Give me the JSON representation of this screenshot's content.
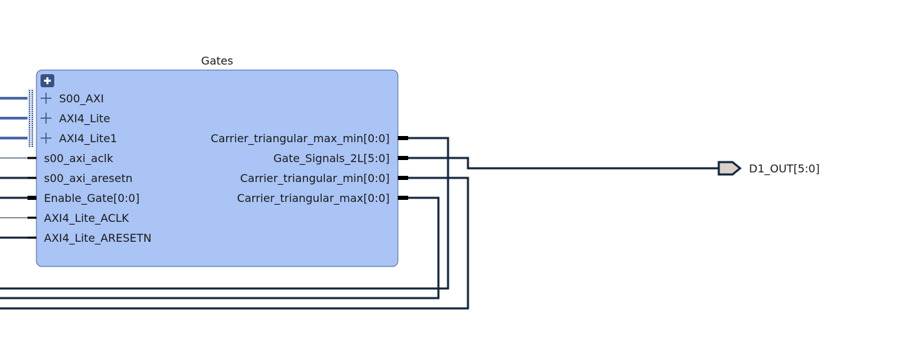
{
  "block": {
    "title": "Gates",
    "fill_color": "#aac4f5",
    "border_color": "#4a63a0",
    "expand_button": "plus-icon",
    "bus_ports": [
      {
        "name": "S00_AXI"
      },
      {
        "name": "AXI4_Lite"
      },
      {
        "name": "AXI4_Lite1"
      }
    ],
    "input_ports": [
      {
        "name": "s00_axi_aclk",
        "bus": false
      },
      {
        "name": "s00_axi_aresetn",
        "bus": false
      },
      {
        "name": "Enable_Gate[0:0]",
        "bus": true
      },
      {
        "name": "AXI4_Lite_ACLK",
        "bus": false
      },
      {
        "name": "AXI4_Lite_ARESETN",
        "bus": false
      }
    ],
    "output_ports": [
      {
        "name": "Carrier_triangular_max_min[0:0]"
      },
      {
        "name": "Gate_Signals_2L[5:0]"
      },
      {
        "name": "Carrier_triangular_min[0:0]"
      },
      {
        "name": "Carrier_triangular_max[0:0]"
      }
    ]
  },
  "external_port": {
    "name": "D1_OUT[5:0]",
    "fill_color": "#dcd0cc"
  },
  "colors": {
    "wire": "#13263a",
    "bus_wire": "#4a67a8"
  }
}
